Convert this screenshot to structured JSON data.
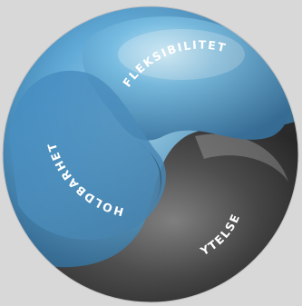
{
  "diagram": {
    "segments": [
      {
        "id": "fleksibilitet",
        "label": "FLEKSIBILITET",
        "color": "#62a9d6"
      },
      {
        "id": "holdbarhet",
        "label": "HOLDBARHET",
        "color": "#4f8fbe"
      },
      {
        "id": "ytelse",
        "label": "YTELSE",
        "color": "#3b3b3b"
      }
    ],
    "colors": {
      "background": "#d8d8d8",
      "light_blue": "#8fd0f2",
      "mid_blue": "#4f9bcf",
      "deep_blue": "#1f5f8f",
      "dark_gray": "#2a2a2a",
      "mid_gray": "#6c6c6c"
    }
  }
}
